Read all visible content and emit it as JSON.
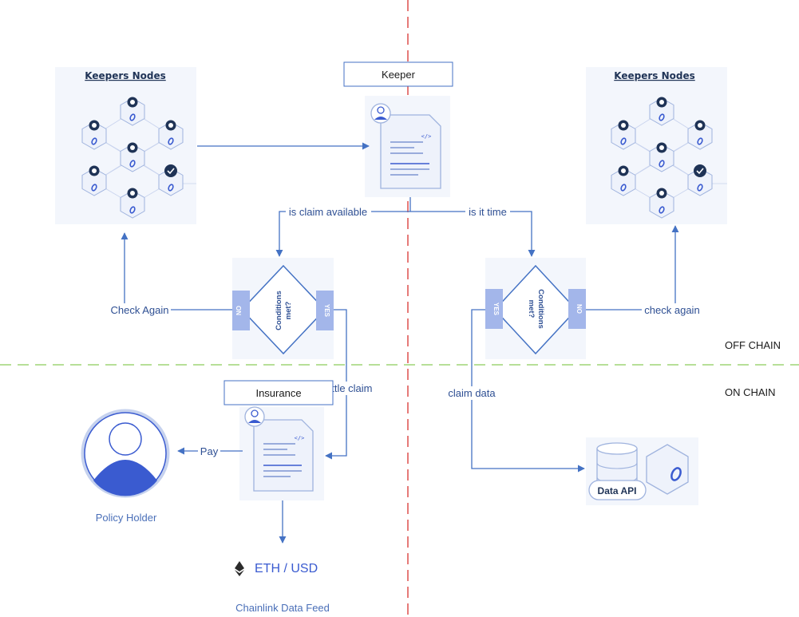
{
  "keepers_left": {
    "title": "Keepers Nodes"
  },
  "keepers_right": {
    "title": "Keepers Nodes"
  },
  "keeper": {
    "label": "Keeper"
  },
  "insurance": {
    "label": "Insurance"
  },
  "edges": {
    "is_claim_available": "is claim available",
    "is_it_time": "is it time",
    "check_again_left": "Check Again",
    "check_again_right": "check again",
    "settle_claim": "settle claim",
    "claim_data": "claim data",
    "pay": "Pay"
  },
  "decision_left": {
    "text_line1": "Conditions",
    "text_line2": "met?",
    "no": "NO",
    "yes": "YES"
  },
  "decision_right": {
    "text_line1": "Conditions",
    "text_line2": "met?",
    "no": "NO",
    "yes": "YES"
  },
  "zones": {
    "off_chain": "OFF CHAIN",
    "on_chain": "ON CHAIN"
  },
  "policy_holder": {
    "label": "Policy Holder"
  },
  "data_api": {
    "label": "Data API"
  },
  "eth_feed": {
    "pair": "ETH / USD",
    "caption": "Chainlink Data Feed"
  },
  "colors": {
    "divider_red": "#d9332f",
    "divider_green": "#8ccc5a",
    "arrow": "#4472c4",
    "accent": "#3a5bd0"
  }
}
